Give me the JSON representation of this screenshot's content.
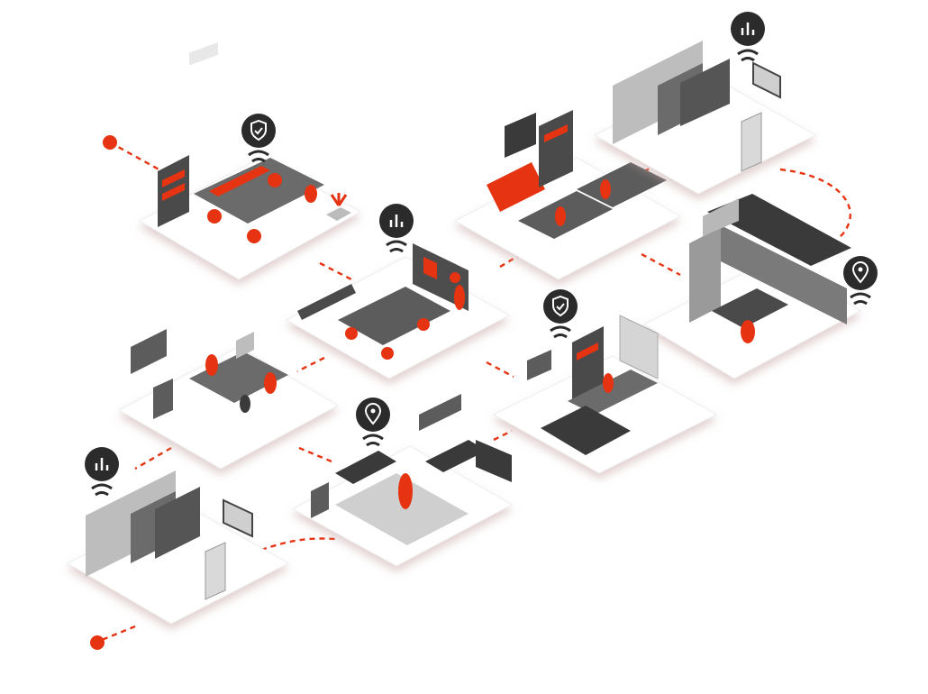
{
  "palette": {
    "accent": "#e63312",
    "dark": "#3a3a3a",
    "mid": "#8c8c8c",
    "light": "#d9d9d9",
    "tile": "#ffffff",
    "tile_shadow": "#d8c4c4",
    "badge": "#2b2b2b"
  },
  "route": {
    "start_marker": "start-dot",
    "end_marker": "end-dot",
    "line_style": "dashed"
  },
  "rooms": [
    {
      "id": "open-office",
      "kind": "open workspace with bookshelf and desks",
      "badge": "shield-icon"
    },
    {
      "id": "meeting-room",
      "kind": "conference room with presentation screen",
      "badge": "chart-icon"
    },
    {
      "id": "lounge",
      "kind": "lounge with sofa and reception desks",
      "badge": null
    },
    {
      "id": "restroom-top",
      "kind": "restroom with stalls and mirror",
      "badge": "chart-icon"
    },
    {
      "id": "kitchen",
      "kind": "kitchen and dining area",
      "badge": "location-icon"
    },
    {
      "id": "reception",
      "kind": "reception desk with waiting chairs",
      "badge": "shield-icon"
    },
    {
      "id": "team-office",
      "kind": "team office with shared desk",
      "badge": null
    },
    {
      "id": "hallway-office",
      "kind": "office hallway with walking person",
      "badge": "location-icon"
    },
    {
      "id": "restroom-bottom",
      "kind": "restroom with stalls and mirror",
      "badge": "chart-icon"
    }
  ]
}
